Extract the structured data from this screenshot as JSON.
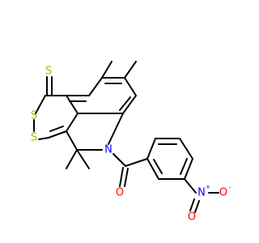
{
  "atoms": {
    "thione_s": {
      "label": "S",
      "color": "#b2b200"
    },
    "ring_s1": {
      "label": "S",
      "color": "#b2b200"
    },
    "ring_s2": {
      "label": "S",
      "color": "#b2b200"
    },
    "amide_n": {
      "label": "N",
      "color": "#0000ff"
    },
    "carbonyl_o": {
      "label": "O",
      "color": "#ff0000"
    },
    "nitro_n": {
      "label": "N",
      "color": "#0000ff"
    },
    "nitro_n_charge": {
      "label": "+",
      "color": "#0000ff"
    },
    "nitro_o1": {
      "label": "O",
      "color": "#ff0000"
    },
    "nitro_o1_charge": {
      "label": "-",
      "color": "#ff0000"
    },
    "nitro_o2": {
      "label": "O",
      "color": "#ff0000"
    }
  },
  "colors": {
    "bond": "#000000",
    "sulfur": "#b2b200",
    "nitrogen": "#0000ff",
    "oxygen": "#ff0000",
    "background": "#ffffff"
  }
}
